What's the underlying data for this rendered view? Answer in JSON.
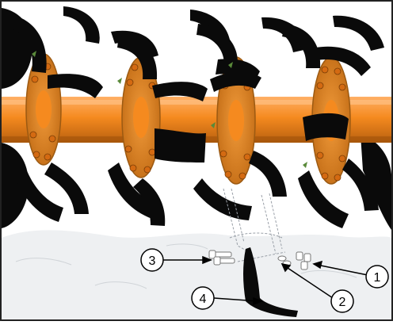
{
  "diagram": {
    "colors": {
      "shaft": "#f58a1f",
      "shaft_shadow": "#c0620c",
      "flange": "#e58a24",
      "flange_edge": "#9c5a12",
      "bolt": "#d46a12",
      "blade": "#0a0a0a",
      "ground": "#eef0f2",
      "dashed_guide": "#9aa0a8",
      "callout_line": "#000000"
    },
    "callouts": [
      {
        "id": "callout-1",
        "label": "1"
      },
      {
        "id": "callout-2",
        "label": "2"
      },
      {
        "id": "callout-3",
        "label": "3"
      },
      {
        "id": "callout-4",
        "label": "4"
      }
    ]
  }
}
